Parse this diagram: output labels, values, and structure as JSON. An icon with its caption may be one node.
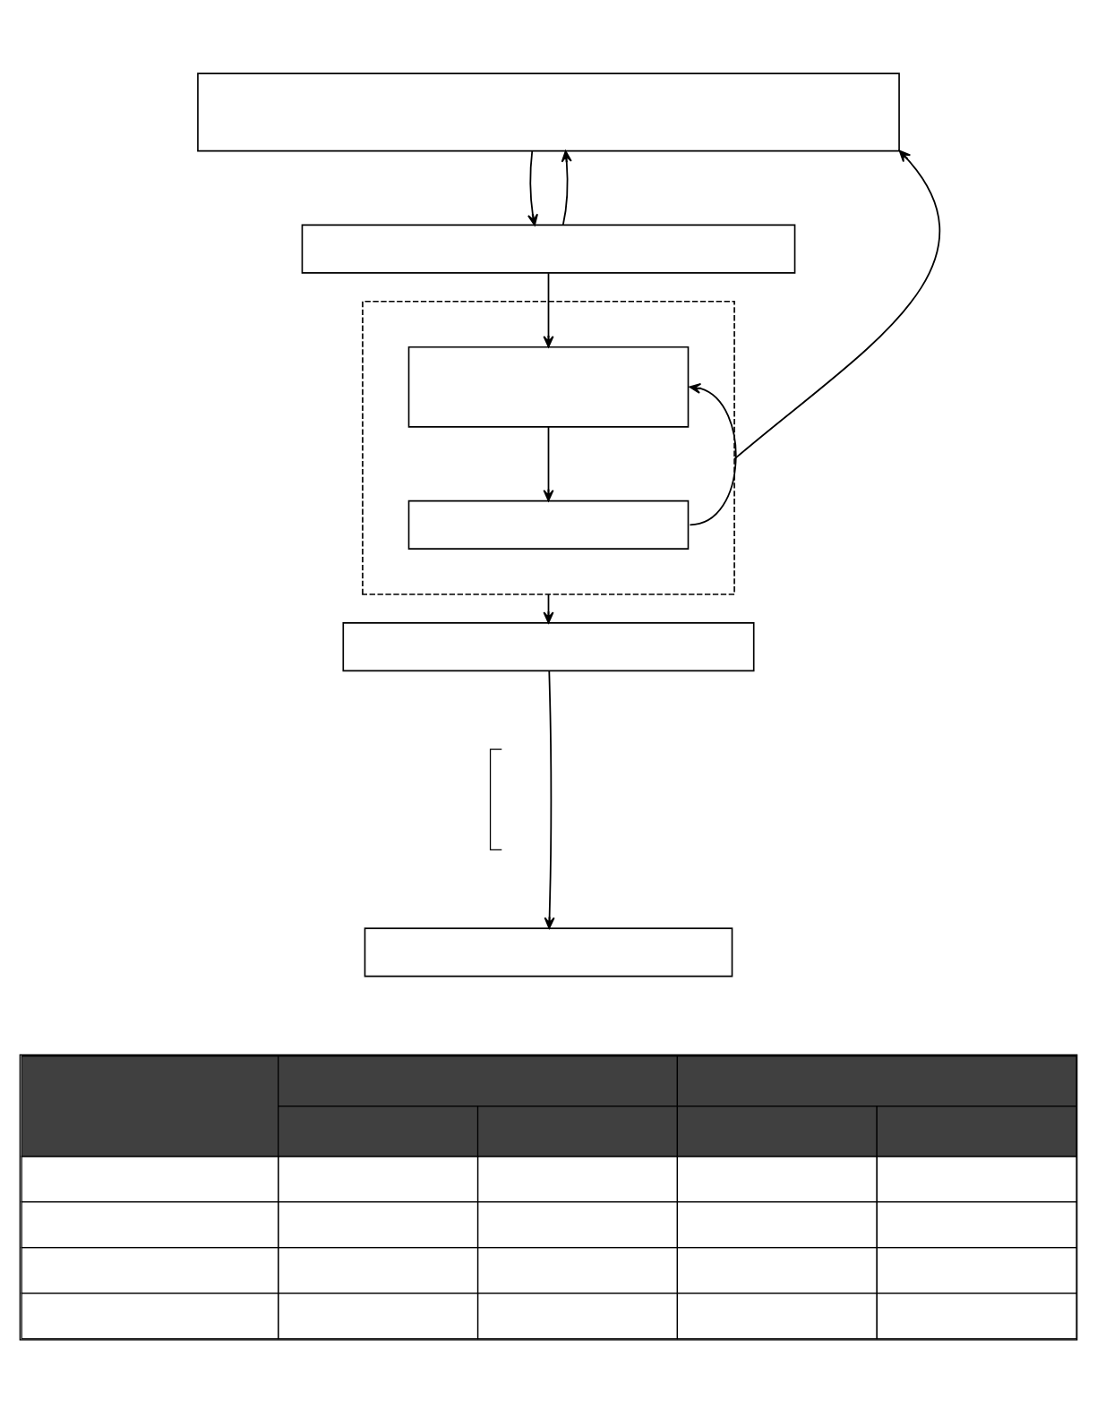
{
  "diagram": {
    "nodes": [
      {
        "text": [],
        "shape": "box"
      },
      {
        "text": [],
        "shape": "box"
      },
      {
        "text": [],
        "shape": "box"
      },
      {
        "text": [],
        "shape": "box",
        "in": 2
      },
      {
        "text": [],
        "shape": "box",
        "in": 2
      },
      {
        "text": [],
        "shape": "box"
      },
      {
        "text": [],
        "shape": "box"
      },
      {
        "text": [],
        "shape": "table"
      }
    ],
    "edges": [
      {
        "from": 0,
        "to": 1,
        "arrow": "to"
      },
      {
        "from": 1,
        "to": 0,
        "arrow": "to"
      },
      {
        "from": 2,
        "to": 0,
        "arrow": "to"
      },
      {
        "from": 1,
        "to": 3,
        "arrow": "to"
      },
      {
        "from": 3,
        "to": 4,
        "arrow": "to"
      },
      {
        "from": 4,
        "to": 3,
        "arrow": "to"
      },
      {
        "from": 2,
        "to": 5,
        "arrow": "to"
      },
      {
        "from": 5,
        "to": 6,
        "arrow": "to"
      }
    ]
  }
}
